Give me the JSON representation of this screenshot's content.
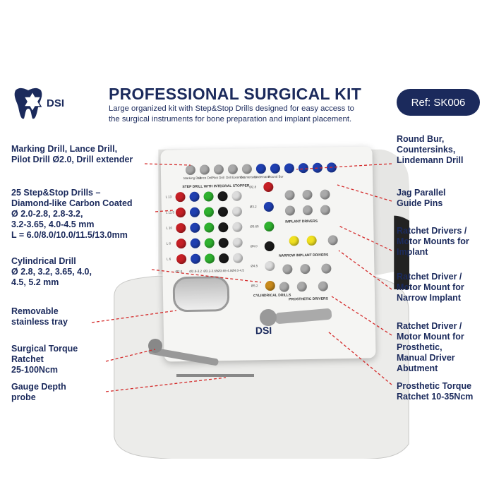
{
  "brand": {
    "logo_text": "DSI",
    "colors": {
      "navy": "#1b2a5c",
      "leader": "#d42a2a"
    }
  },
  "header": {
    "title": "PROFESSIONAL SURGICAL KIT",
    "subtitle_line1": "Large organized kit with Step&Stop Drills designed for easy access to",
    "subtitle_line2": "the surgical instruments for bone preparation and implant placement.",
    "ref": "Ref: SK006"
  },
  "left_labels": [
    {
      "lines": [
        "Marking Drill, Lance Drill,",
        "Pilot Drill Ø2.0, Drill extender"
      ]
    },
    {
      "lines": [
        "25 Step&Stop Drills –",
        "Diamond-like Carbon Coated",
        "Ø 2.0-2.8, 2.8-3.2,",
        "3.2-3.65, 4.0-4.5 mm",
        "L = 6.0/8.0/10.0/11.5/13.0mm"
      ]
    },
    {
      "lines": [
        "Cylindrical Drill",
        "Ø 2.8, 3.2, 3.65, 4.0,",
        "4.5, 5.2 mm"
      ]
    },
    {
      "lines": [
        "Removable",
        "stainless tray"
      ]
    },
    {
      "lines": [
        "Surgical Torque",
        "Ratchet",
        "25-100Ncm"
      ]
    },
    {
      "lines": [
        "Gauge Depth",
        "probe"
      ]
    }
  ],
  "right_labels": [
    {
      "lines": [
        "Round Bur,",
        "Countersinks,",
        "Lindemann Drill"
      ]
    },
    {
      "lines": [
        "Jag Parallel",
        "Guide Pins"
      ]
    },
    {
      "lines": [
        "Ratchet Drivers /",
        "Motor Mounts for",
        "Implant"
      ]
    },
    {
      "lines": [
        "Ratchet Driver /",
        "Motor Mount for",
        "Narrow Implant"
      ]
    },
    {
      "lines": [
        "Ratchet Driver /",
        "Motor Mount for",
        "Prosthetic,",
        "Manual Driver",
        "Abutment"
      ]
    },
    {
      "lines": [
        "Prosthetic Torque",
        "Ratchet 10-35Ncm"
      ]
    }
  ],
  "tray": {
    "top_row": [
      "Marking Drill",
      "Lance Drill",
      "Pilot Drill",
      "Drill Extender",
      "Countersink",
      "Lindemann",
      "Round Bur"
    ],
    "sections": [
      "STEP DRILL WITH INTEGRAL STOPPER",
      "IMPLANT DRIVERS",
      "NARROW IMPLANT DRIVERS",
      "CYLINDRICAL DRILLS",
      "PROSTHETIC DRIVERS"
    ],
    "row_lengths": [
      "L 13",
      "L 11.5",
      "L 10",
      "L 8",
      "L 6"
    ],
    "col_diameters": [
      "Ø2.0",
      "Ø2.8-3.2",
      "Ø3.2-3.65",
      "Ø3.65-4.0",
      "Ø4.0-4.5"
    ],
    "cyl_diameters": [
      "Ø2.8",
      "Ø3.2",
      "Ø3.65",
      "Ø4.0",
      "Ø4.5",
      "Ø5.2"
    ],
    "drill_colors": [
      "#c62026",
      "#1f3fb0",
      "#2fb12f",
      "#1a1a1a",
      "#dcdcdc"
    ],
    "tray_logo": "DSI"
  }
}
